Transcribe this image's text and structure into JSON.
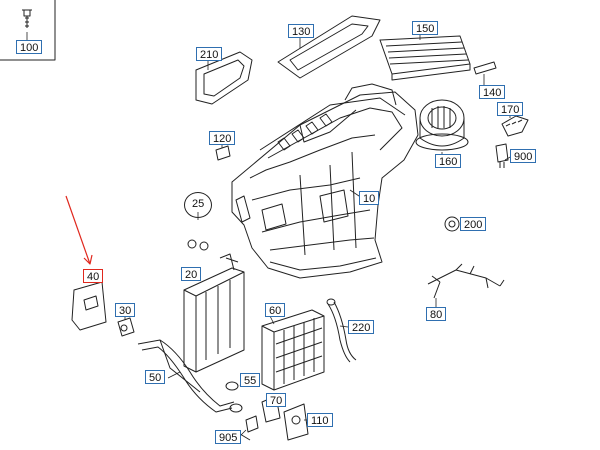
{
  "diagram": {
    "highlight_color": "#e0281e",
    "label_border_color": "#2f6fb0",
    "highlighted_part": "40",
    "callouts": [
      {
        "id": "c100",
        "text": "100"
      },
      {
        "id": "c130",
        "text": "130"
      },
      {
        "id": "c150",
        "text": "150"
      },
      {
        "id": "c210",
        "text": "210"
      },
      {
        "id": "c140",
        "text": "140"
      },
      {
        "id": "c170",
        "text": "170"
      },
      {
        "id": "c120",
        "text": "120"
      },
      {
        "id": "c160",
        "text": "160"
      },
      {
        "id": "c900",
        "text": "900"
      },
      {
        "id": "c10",
        "text": "10"
      },
      {
        "id": "c25",
        "text": "25"
      },
      {
        "id": "c200",
        "text": "200"
      },
      {
        "id": "c20",
        "text": "20"
      },
      {
        "id": "c40",
        "text": "40"
      },
      {
        "id": "c80",
        "text": "80"
      },
      {
        "id": "c30",
        "text": "30"
      },
      {
        "id": "c60",
        "text": "60"
      },
      {
        "id": "c220",
        "text": "220"
      },
      {
        "id": "c50",
        "text": "50"
      },
      {
        "id": "c55",
        "text": "55"
      },
      {
        "id": "c70",
        "text": "70"
      },
      {
        "id": "c110",
        "text": "110"
      },
      {
        "id": "c905",
        "text": "905"
      }
    ]
  }
}
